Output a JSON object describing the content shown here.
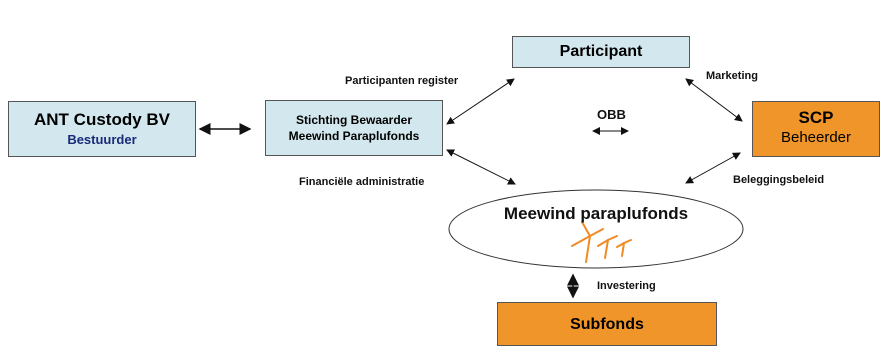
{
  "nodes": {
    "participant": {
      "label": "Participant"
    },
    "ant": {
      "title": "ANT Custody BV",
      "subtitle": "Bestuurder"
    },
    "stichting": {
      "line1": "Stichting Bewaarder",
      "line2": "Meewind Paraplufonds"
    },
    "scp": {
      "title": "SCP",
      "subtitle": "Beheerder"
    },
    "meewind": {
      "label": "Meewind paraplufonds"
    },
    "subfonds": {
      "label": "Subfonds"
    }
  },
  "edge_labels": {
    "participanten_register": "Participanten register",
    "marketing": "Marketing",
    "obb": "OBB",
    "financiele_administratie": "Financiële administratie",
    "beleggingsbeleid": "Beleggingsbeleid",
    "investering": "Investering"
  },
  "colors": {
    "teal_box": "#d3e8ee",
    "orange_box": "#f0952a",
    "ant_subtitle": "#1a2a7a",
    "turbine": "#f08a24"
  },
  "icons": [
    "wind-turbine-icon"
  ]
}
